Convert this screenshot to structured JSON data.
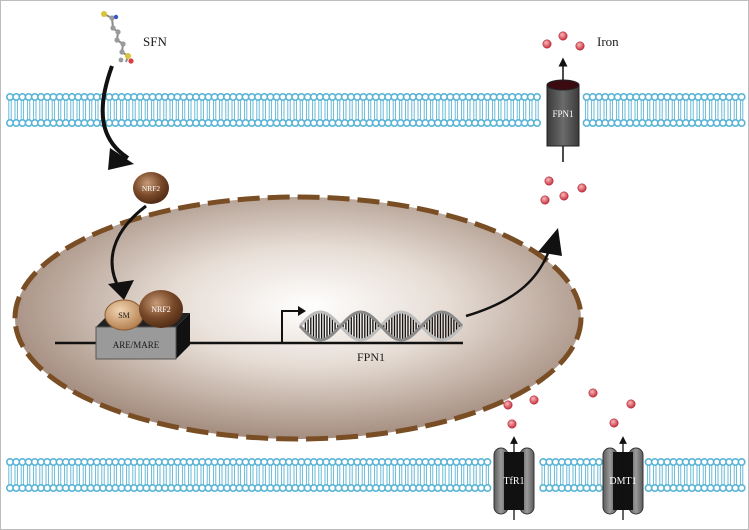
{
  "labels": {
    "sfn": "SFN",
    "iron": "Iron",
    "fpn1_protein": "FPN1",
    "nrf2_free": "NRF2",
    "nrf2_bound": "NRF2",
    "sm": "SM",
    "are_mare": "ARE/MARE",
    "fpn1_gene": "FPN1",
    "tfr1": "TfR1",
    "dmt1": "DMT1"
  },
  "colors": {
    "membrane_head": "#5ab4d6",
    "nucleus_border": "#7a4e24",
    "nrf2": "#7a4a2a",
    "sm": "#c9935f",
    "iron": "#d9434e",
    "fpn1_channel": "#4a4a4a",
    "fpn1_cap": "#3a0c12"
  }
}
